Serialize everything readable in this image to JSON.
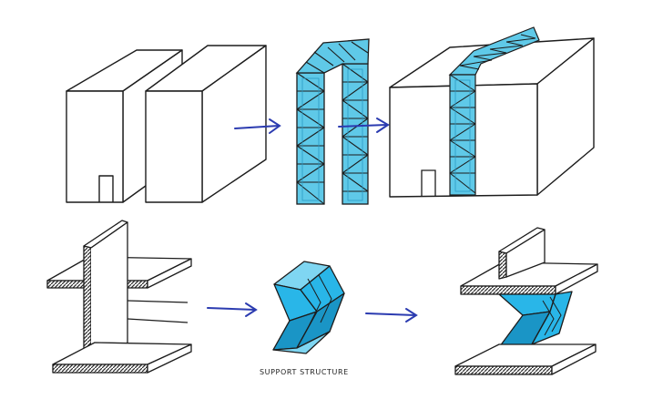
{
  "caption": "SUPPORT STRUCTURE",
  "colors": {
    "ink": "#1c1c1c",
    "arrow": "#2b3bb0",
    "blue": "#29b6e8",
    "blue_dark": "#1a95c6",
    "truss": "#5fc9e8",
    "hatch": "#2a2a2a"
  },
  "icons": [
    "arrow-right",
    "arrow-right",
    "arrow-right",
    "arrow-right"
  ]
}
